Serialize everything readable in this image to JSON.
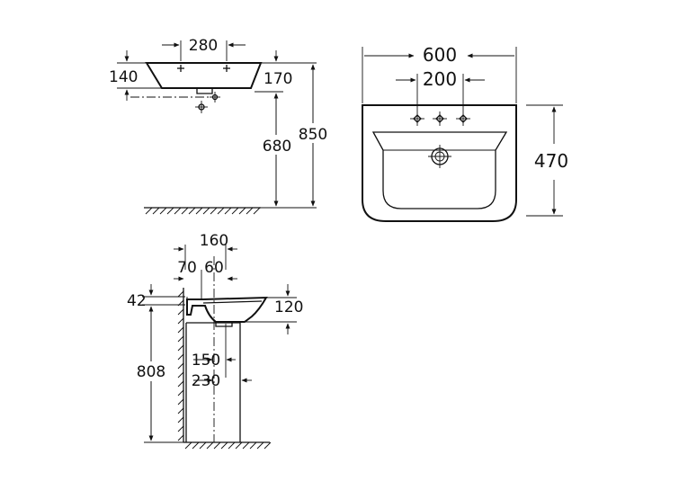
{
  "views": {
    "front": {
      "width_total": "280",
      "height_left": "140",
      "height_right": "170",
      "rim_height": "680",
      "total_height": "850"
    },
    "top": {
      "width": "600",
      "tap_spacing": "200",
      "depth": "470"
    },
    "side": {
      "depth_top": "160",
      "offset_a": "70",
      "offset_b": "60",
      "rim_thickness": "42",
      "bowl_height": "120",
      "pedestal_height": "808",
      "pedestal_top_width": "150",
      "pedestal_base_width": "230"
    }
  }
}
